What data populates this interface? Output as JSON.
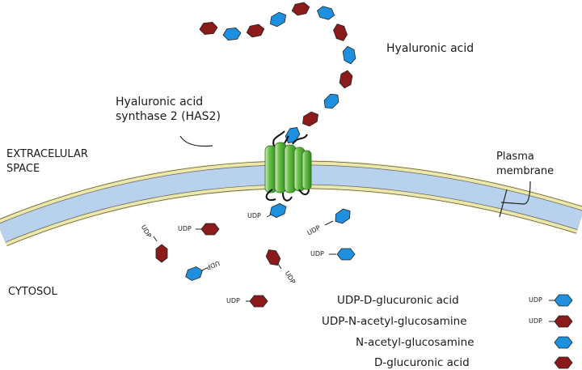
{
  "labels": {
    "hyaluronic_acid": "Hyaluronic acid",
    "has2_line1": "Hyaluronic acid",
    "has2_line2": "synthase 2 (HAS2)",
    "extracellular_line1": "EXTRACELULAR",
    "extracellular_line2": "SPACE",
    "plasma_line1": "Plasma",
    "plasma_line2": "membrane",
    "cytosol": "CYTOSOL",
    "udp": "UDP"
  },
  "legend": [
    {
      "label": "UDP-D-glucuronic acid",
      "udp": "UDP",
      "shape": "blue-hexagon-icon"
    },
    {
      "label": "UDP-N-acetyl-glucosamine",
      "udp": "UDP",
      "shape": "red-hexagon-icon"
    },
    {
      "label": "N-acetyl-glucosamine",
      "udp": "",
      "shape": "blue-hexagon-icon"
    },
    {
      "label": "D-glucuronic acid",
      "udp": "",
      "shape": "red-hexagon-icon"
    }
  ],
  "colors": {
    "blue_hexagon": "#1e90e0",
    "red_hexagon": "#8b1a1a",
    "membrane_fill": "#b8d2ee",
    "membrane_edge": "#eee8a8",
    "protein_green": "#3fa62c"
  }
}
